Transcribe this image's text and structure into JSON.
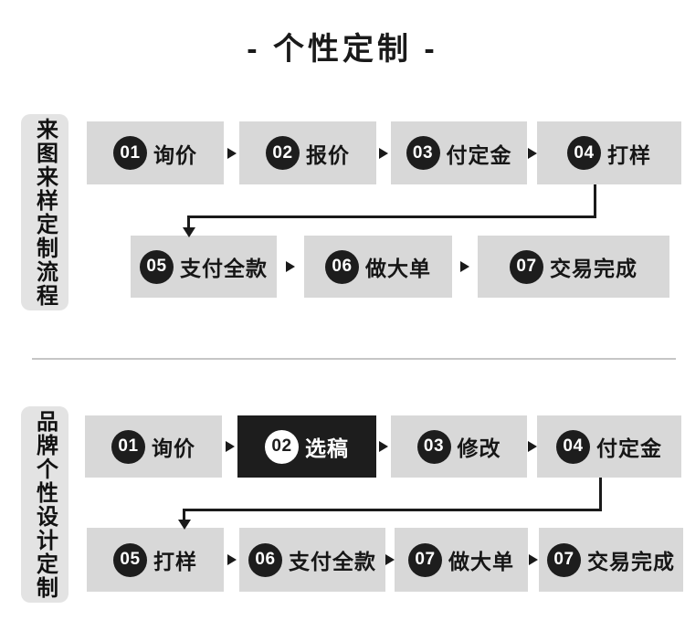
{
  "title": "- 个性定制 -",
  "colors": {
    "box_bg": "#d8d8d8",
    "label_bg": "#e3e3e3",
    "dark": "#1d1d1d",
    "divider": "#c6c6c6",
    "text": "#161616"
  },
  "sections": [
    {
      "label": "来图来样定制流程",
      "rows": [
        {
          "steps": [
            {
              "num": "01",
              "label": "询价"
            },
            {
              "num": "02",
              "label": "报价"
            },
            {
              "num": "03",
              "label": "付定金"
            },
            {
              "num": "04",
              "label": "打样"
            }
          ]
        },
        {
          "steps": [
            {
              "num": "05",
              "label": "支付全款"
            },
            {
              "num": "06",
              "label": "做大单"
            },
            {
              "num": "07",
              "label": "交易完成"
            }
          ]
        }
      ]
    },
    {
      "label": "品牌个性设计定制",
      "rows": [
        {
          "steps": [
            {
              "num": "01",
              "label": "询价"
            },
            {
              "num": "02",
              "label": "选稿",
              "highlight": true
            },
            {
              "num": "03",
              "label": "修改"
            },
            {
              "num": "04",
              "label": "付定金"
            }
          ]
        },
        {
          "steps": [
            {
              "num": "05",
              "label": "打样"
            },
            {
              "num": "06",
              "label": "支付全款"
            },
            {
              "num": "07",
              "label": "做大单"
            },
            {
              "num": "07",
              "label": "交易完成"
            }
          ]
        }
      ]
    }
  ]
}
